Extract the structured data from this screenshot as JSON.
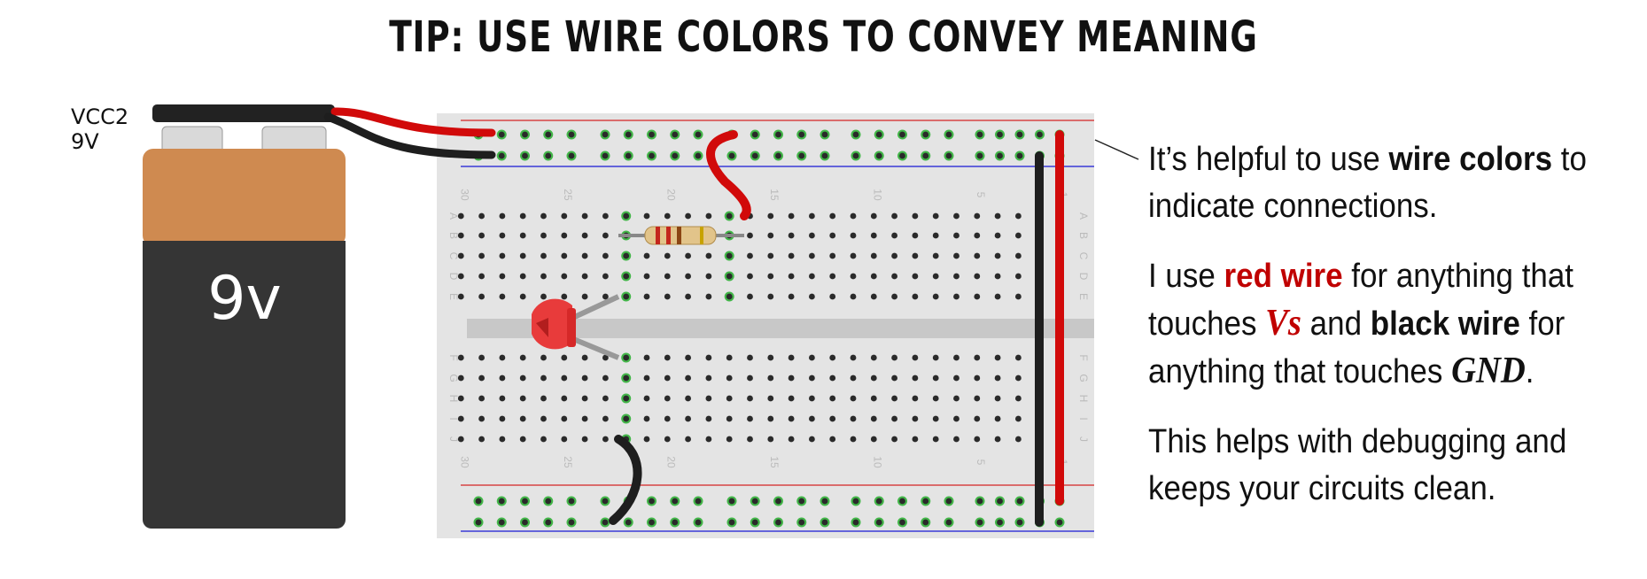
{
  "title": "TIP: USE WIRE COLORS TO CONVEY MEANING",
  "battery": {
    "label_line1": "VCC2",
    "label_line2": "9V",
    "face_label": "9v"
  },
  "breadboard": {
    "column_numbers": [
      "30",
      "25",
      "20",
      "15",
      "10",
      "5",
      "1"
    ],
    "row_letters_top": [
      "A",
      "B",
      "C",
      "D",
      "E"
    ],
    "row_letters_bottom": [
      "F",
      "G",
      "H",
      "I",
      "J"
    ]
  },
  "explanation": {
    "p1": {
      "a": "It’s helpful to use ",
      "b": "wire colors",
      "c": " to indicate connections."
    },
    "p2": {
      "a": "I use ",
      "red_wire": "red wire",
      "b": " for anything that touches ",
      "vs": "Vs",
      "c": " and ",
      "black_wire": "black wire",
      "d": " for anything that touches ",
      "gnd": "GND",
      "e": "."
    },
    "p3": "This helps with debugging and keeps your circuits clean."
  },
  "colors": {
    "vs_wire": "#d10a0a",
    "gnd_wire": "#1e1e1e",
    "battery_copper": "#cf8a50",
    "battery_body": "#353535",
    "breadboard": "#e4e4e4",
    "highlight_hole": "#43b649"
  }
}
